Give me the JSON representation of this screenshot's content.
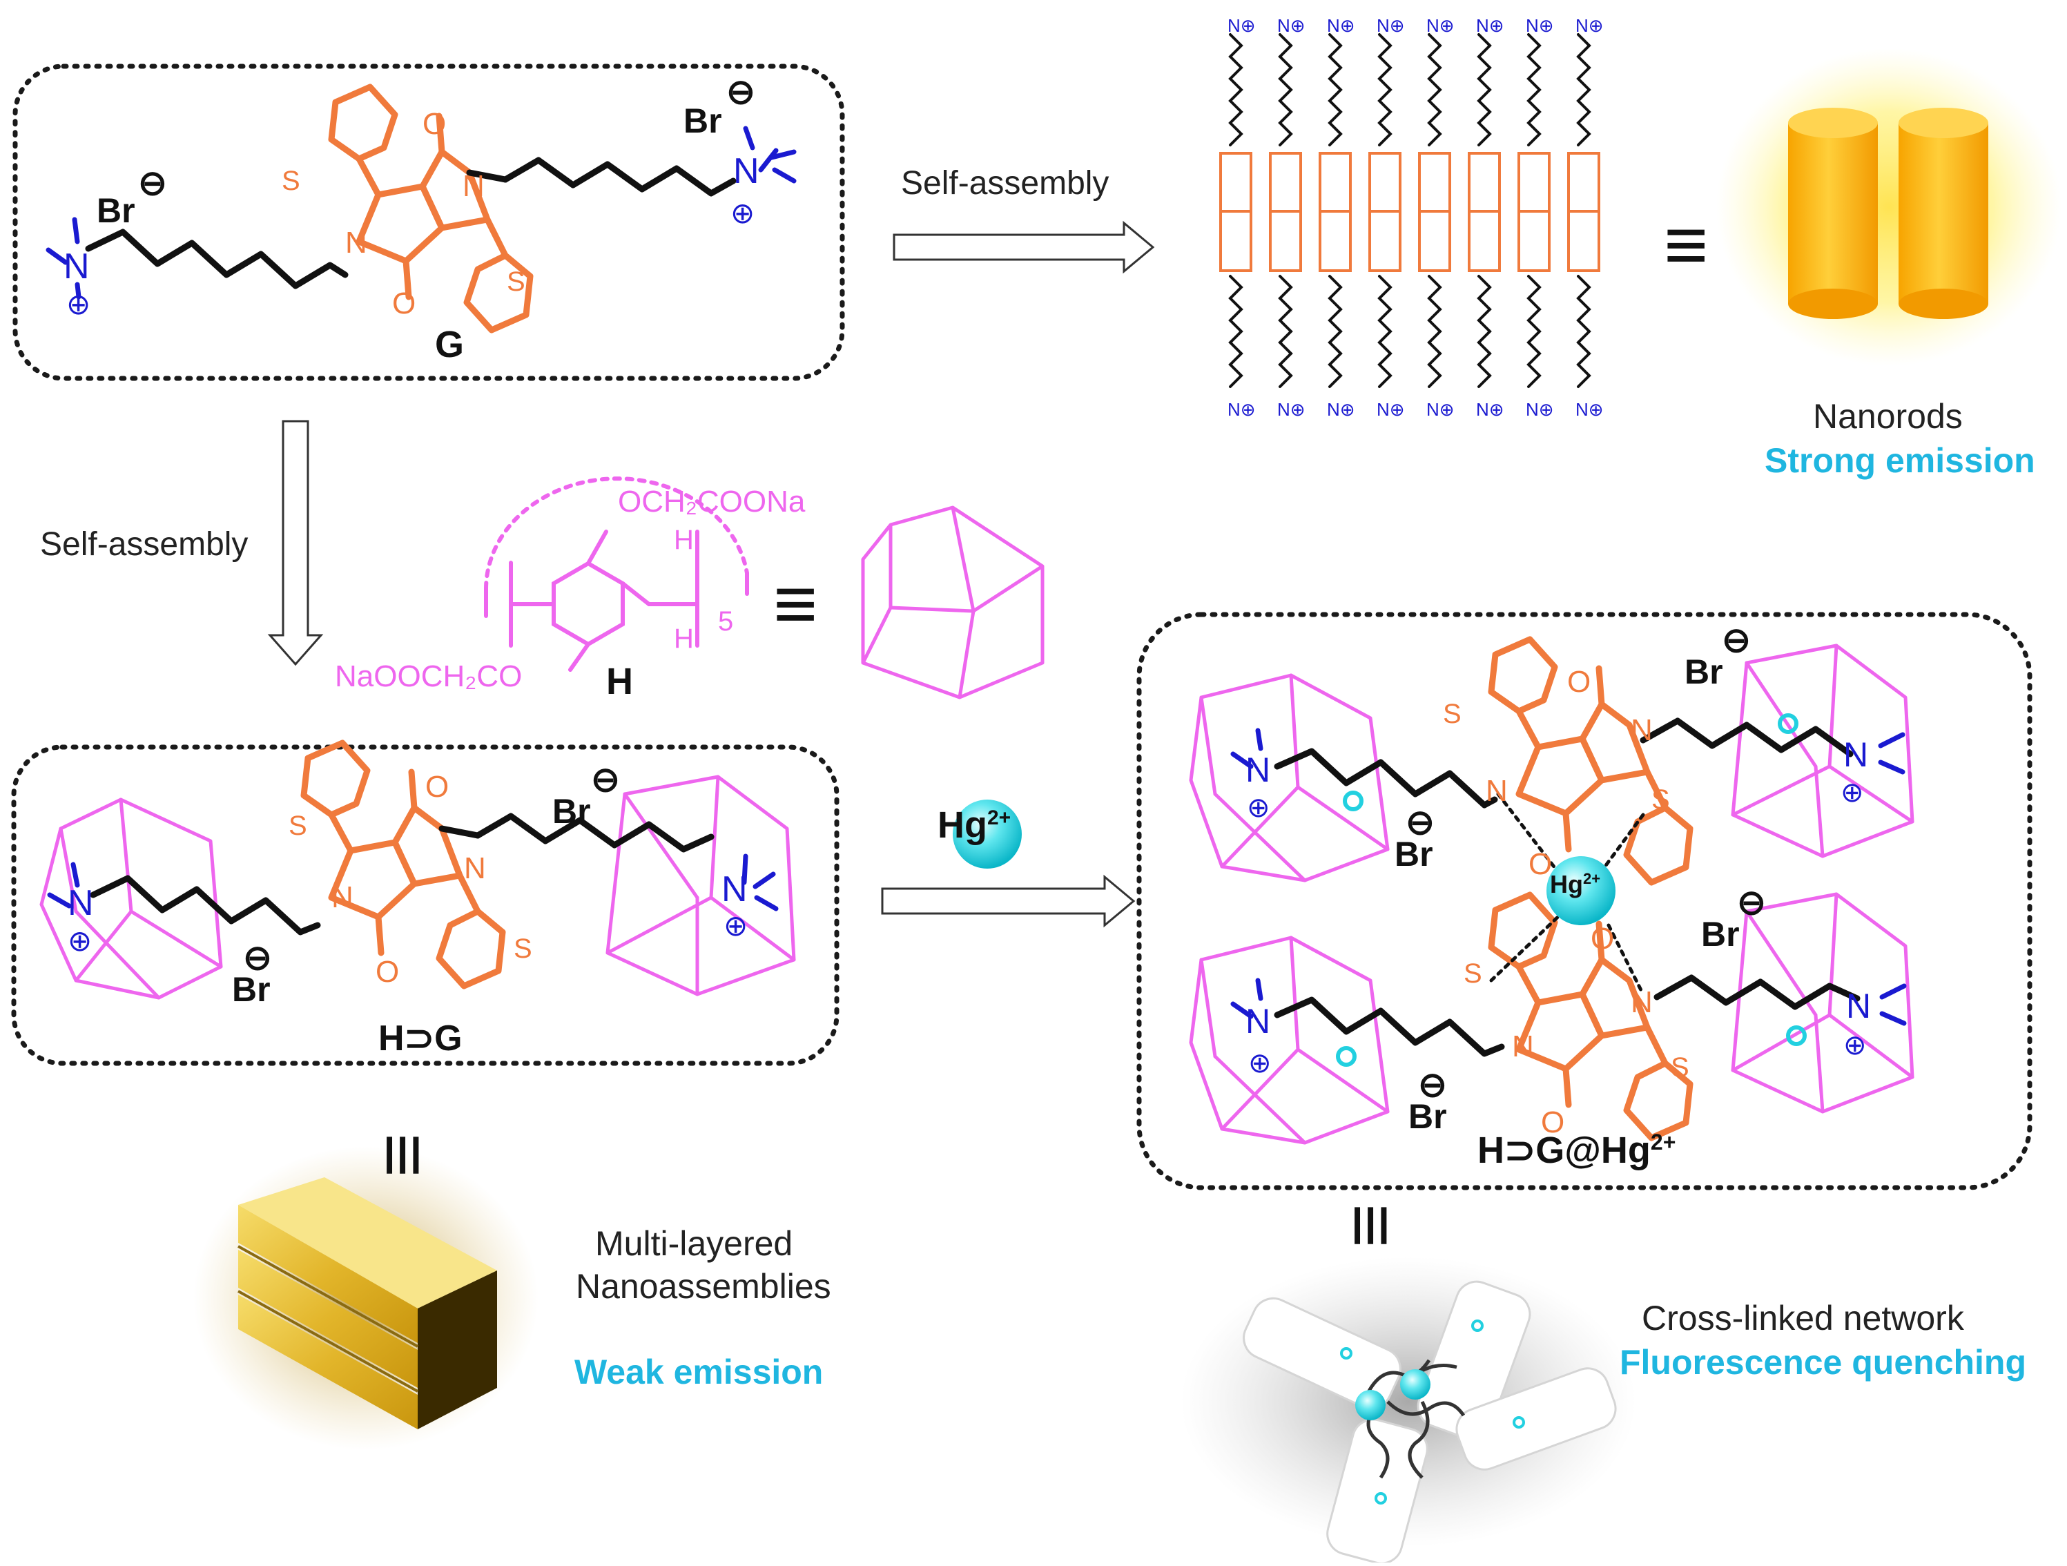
{
  "labels": {
    "self_assembly_top": "Self-assembly",
    "self_assembly_left": "Self-assembly",
    "g_label": "G",
    "h_label": "H",
    "hg_label": "H⊃G",
    "hg_complex_label": "H⊃G@Hg",
    "hg_complex_sup": "2+",
    "hg_ion_arrow": "Hg",
    "hg_ion_sup": "2+",
    "hg_ion_center": "Hg",
    "hg_ion_center_sup": "2+",
    "nanorods": "Nanorods",
    "strong_emission": "Strong emission",
    "multilayer_line1": "Multi-layered",
    "multilayer_line2": "Nanoassemblies",
    "weak_emission": "Weak emission",
    "crosslinked": "Cross-linked network",
    "fluorescence_quenching": "Fluorescence quenching",
    "equiv": "≡",
    "equiv_rotated": "≡"
  },
  "chem": {
    "br": "Br",
    "n": "N",
    "s": "S",
    "o": "O",
    "minus": "⊖",
    "plus": "⊕",
    "pillar_top": "OCH₂COONa",
    "pillar_bottom": "NaOOCH₂CO",
    "pillar_h": "H",
    "pillar_n": "5",
    "assembly_n": "N⊕"
  },
  "colors": {
    "dpp": "#f07a3c",
    "pillar": "#ee66ee",
    "ammonium": "#1a1ad0",
    "emphasis": "#1fb6e0",
    "gold": "#e8b800"
  }
}
